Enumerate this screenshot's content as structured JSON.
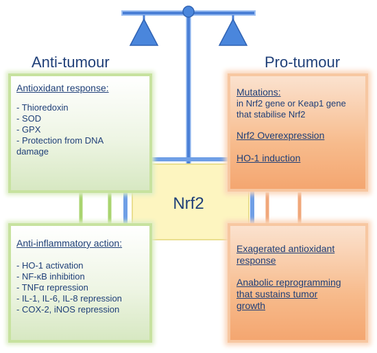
{
  "titles": {
    "left": "Anti-tumour",
    "right": "Pro-tumour"
  },
  "center": {
    "label": "Nrf2"
  },
  "boxes": {
    "top_left": {
      "heading": "Antioxidant response:",
      "items": [
        "- Thioredoxin",
        "- SOD",
        "- GPX",
        "- Protection from DNA",
        "damage"
      ]
    },
    "bottom_left": {
      "heading": "Anti-inflammatory action:",
      "items": [
        "- HO-1 activation",
        "- NF-κB inhibition",
        "- TNFα repression",
        "- IL-1, IL-6, IL-8 repression",
        "- COX-2, iNOS repression"
      ]
    },
    "top_right": {
      "heading1": "Mutations:",
      "line1": "in Nrf2 gene or Keap1 gene",
      "line2": "that stabilise Nrf2",
      "heading2": "Nrf2 Overexpression",
      "heading3": "HO-1 induction"
    },
    "bottom_right": {
      "heading1a": "Exagerated antioxidant",
      "heading1b": "response",
      "heading2a": "Anabolic reprogramming",
      "heading2b": "that sustains tumor",
      "heading2c": "growth"
    }
  },
  "colors": {
    "text": "#1f3f78",
    "balance": "#4a7fd6",
    "green": "#c7e29f",
    "orange": "#f4a670",
    "center": "#fdf5c0"
  }
}
